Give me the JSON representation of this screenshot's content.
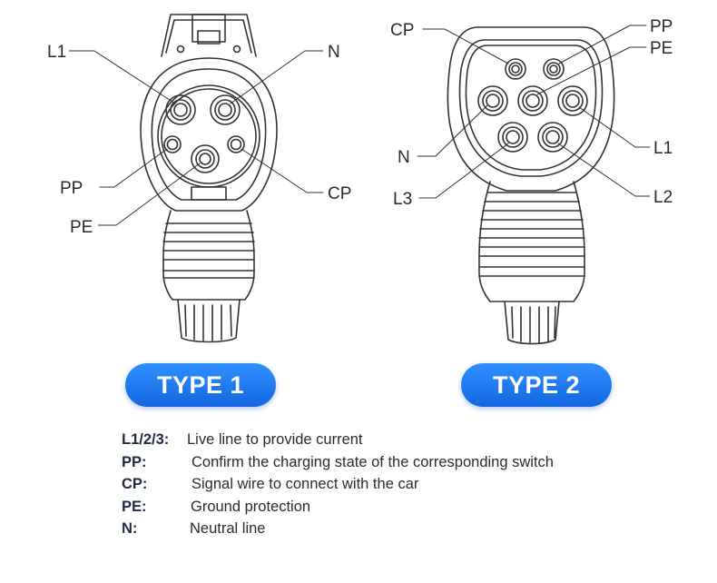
{
  "type1": {
    "badge": "TYPE 1",
    "labels": {
      "l1": "L1",
      "n": "N",
      "pp": "PP",
      "pe": "PE",
      "cp": "CP"
    }
  },
  "type2": {
    "badge": "TYPE 2",
    "labels": {
      "cp": "CP",
      "pp": "PP",
      "pe": "PE",
      "n": "N",
      "l1": "L1",
      "l3": "L3",
      "l2": "L2"
    }
  },
  "badge_color": "#1a73e8",
  "legend": [
    {
      "key": "L1/2/3:",
      "desc": "Live line to provide current"
    },
    {
      "key": "PP:",
      "desc": "Confirm the charging state of the corresponding switch"
    },
    {
      "key": "CP:",
      "desc": "Signal wire to connect with the car"
    },
    {
      "key": "PE:",
      "desc": "Ground protection"
    },
    {
      "key": "N:",
      "desc": "Neutral line"
    }
  ]
}
